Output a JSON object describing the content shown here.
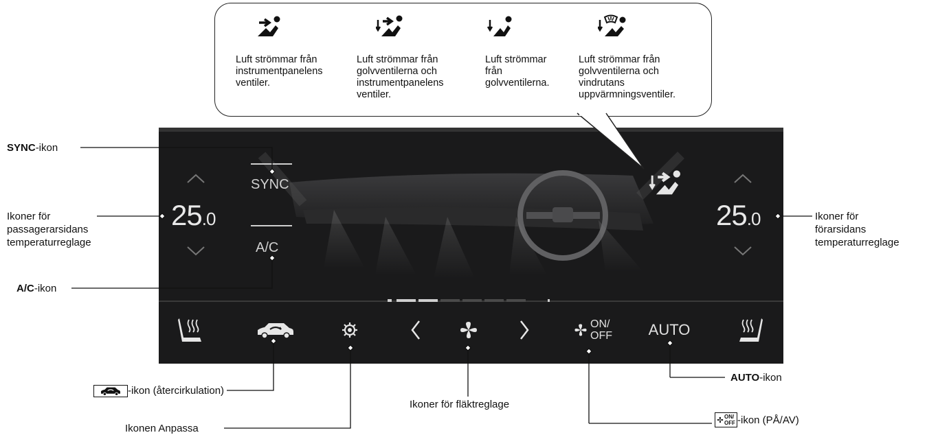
{
  "callout": {
    "modes": [
      {
        "icon": "vent-airflow-icon",
        "text": "Luft strömmar från\ninstrumentpanelens\nventiler."
      },
      {
        "icon": "bilevel-airflow-icon",
        "text": "Luft strömmar från\ngolvventilerna och\ninstrumentpanelens\nventiler."
      },
      {
        "icon": "floor-airflow-icon",
        "text": "Luft strömmar\nfrån\ngolvventilerna."
      },
      {
        "icon": "floor-defrost-airflow-icon",
        "text": "Luft strömmar från\ngolvventilerna och\nvindrutans\nuppvärmningsventiler."
      }
    ]
  },
  "screen": {
    "passenger_temp": {
      "whole": "25",
      "decimal": ".0"
    },
    "driver_temp": {
      "whole": "25",
      "decimal": ".0"
    },
    "sync_label": "SYNC",
    "ac_label": "A/C",
    "onoff_label": "ON/\nOFF",
    "auto_label": "AUTO"
  },
  "annotations": {
    "sync": {
      "bold": "SYNC",
      "rest": "-ikon"
    },
    "passenger": "Ikoner för\npassagerarsidans\ntemperaturreglage",
    "ac": {
      "bold": "A/C",
      "rest": "-ikon"
    },
    "recirc": "-ikon (återcirkulation)",
    "customize": "Ikonen Anpassa",
    "fan": "Ikoner för fläktreglage",
    "auto": {
      "bold": "AUTO",
      "rest": "-ikon"
    },
    "onoff": "-ikon (PÅ/AV)",
    "onoff_badge": "ON/\nOFF",
    "driver": "Ikoner för\nförarsidans\ntemperaturreglage"
  },
  "colors": {
    "screen_bg": "#1a1a1b",
    "screen_text": "#e0e0e0",
    "page_bg": "#ffffff"
  }
}
